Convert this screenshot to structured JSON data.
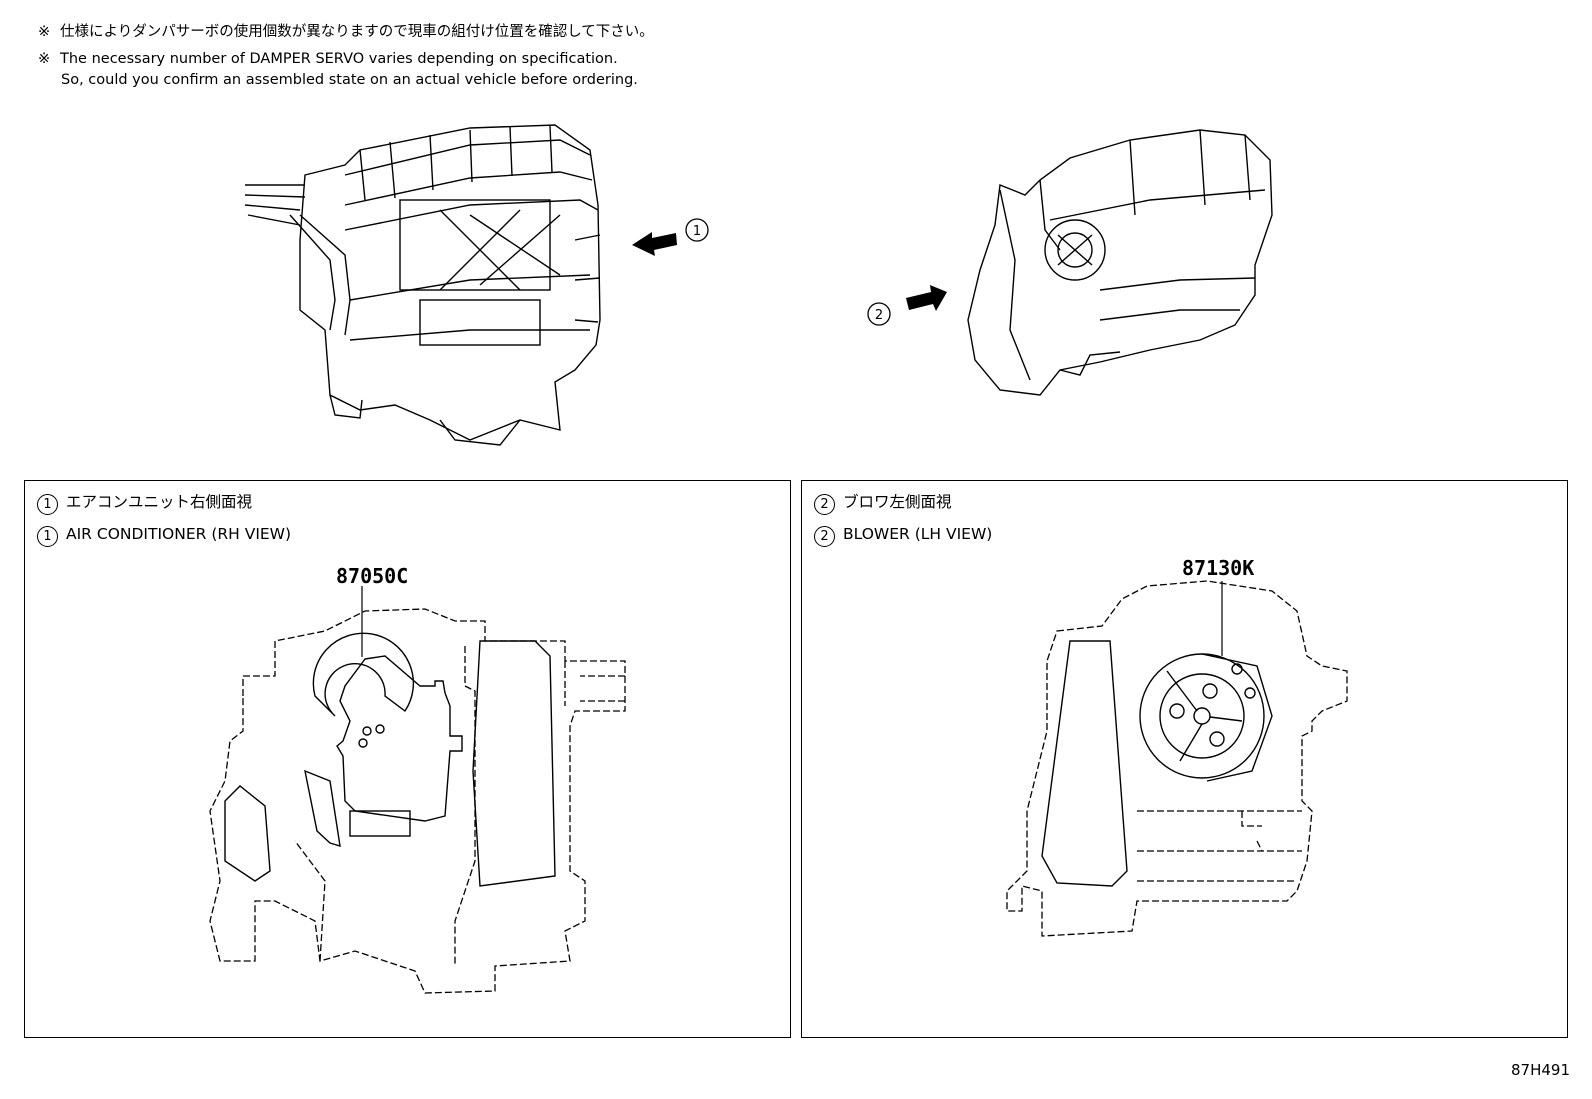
{
  "notes": {
    "mark": "※",
    "japanese": "仕様によりダンパサーボの使用個数が異なりますので現車の組付け位置を確認して下さい。",
    "english_line1": "The necessary number of DAMPER SERVO varies depending on specification.",
    "english_line2": "So, could you confirm an assembled state on an actual vehicle before ordering."
  },
  "callouts": {
    "one": "①",
    "two": "②"
  },
  "panel_left": {
    "number": "1",
    "caption_jp": "エアコンユニット右側面視",
    "caption_en": "AIR CONDITIONER (RH VIEW)",
    "part_number": "87050C"
  },
  "panel_right": {
    "number": "2",
    "caption_jp": "ブロワ左側面視",
    "caption_en": "BLOWER (LH VIEW)",
    "part_number": "87130K"
  },
  "diagram_code": "87H491"
}
